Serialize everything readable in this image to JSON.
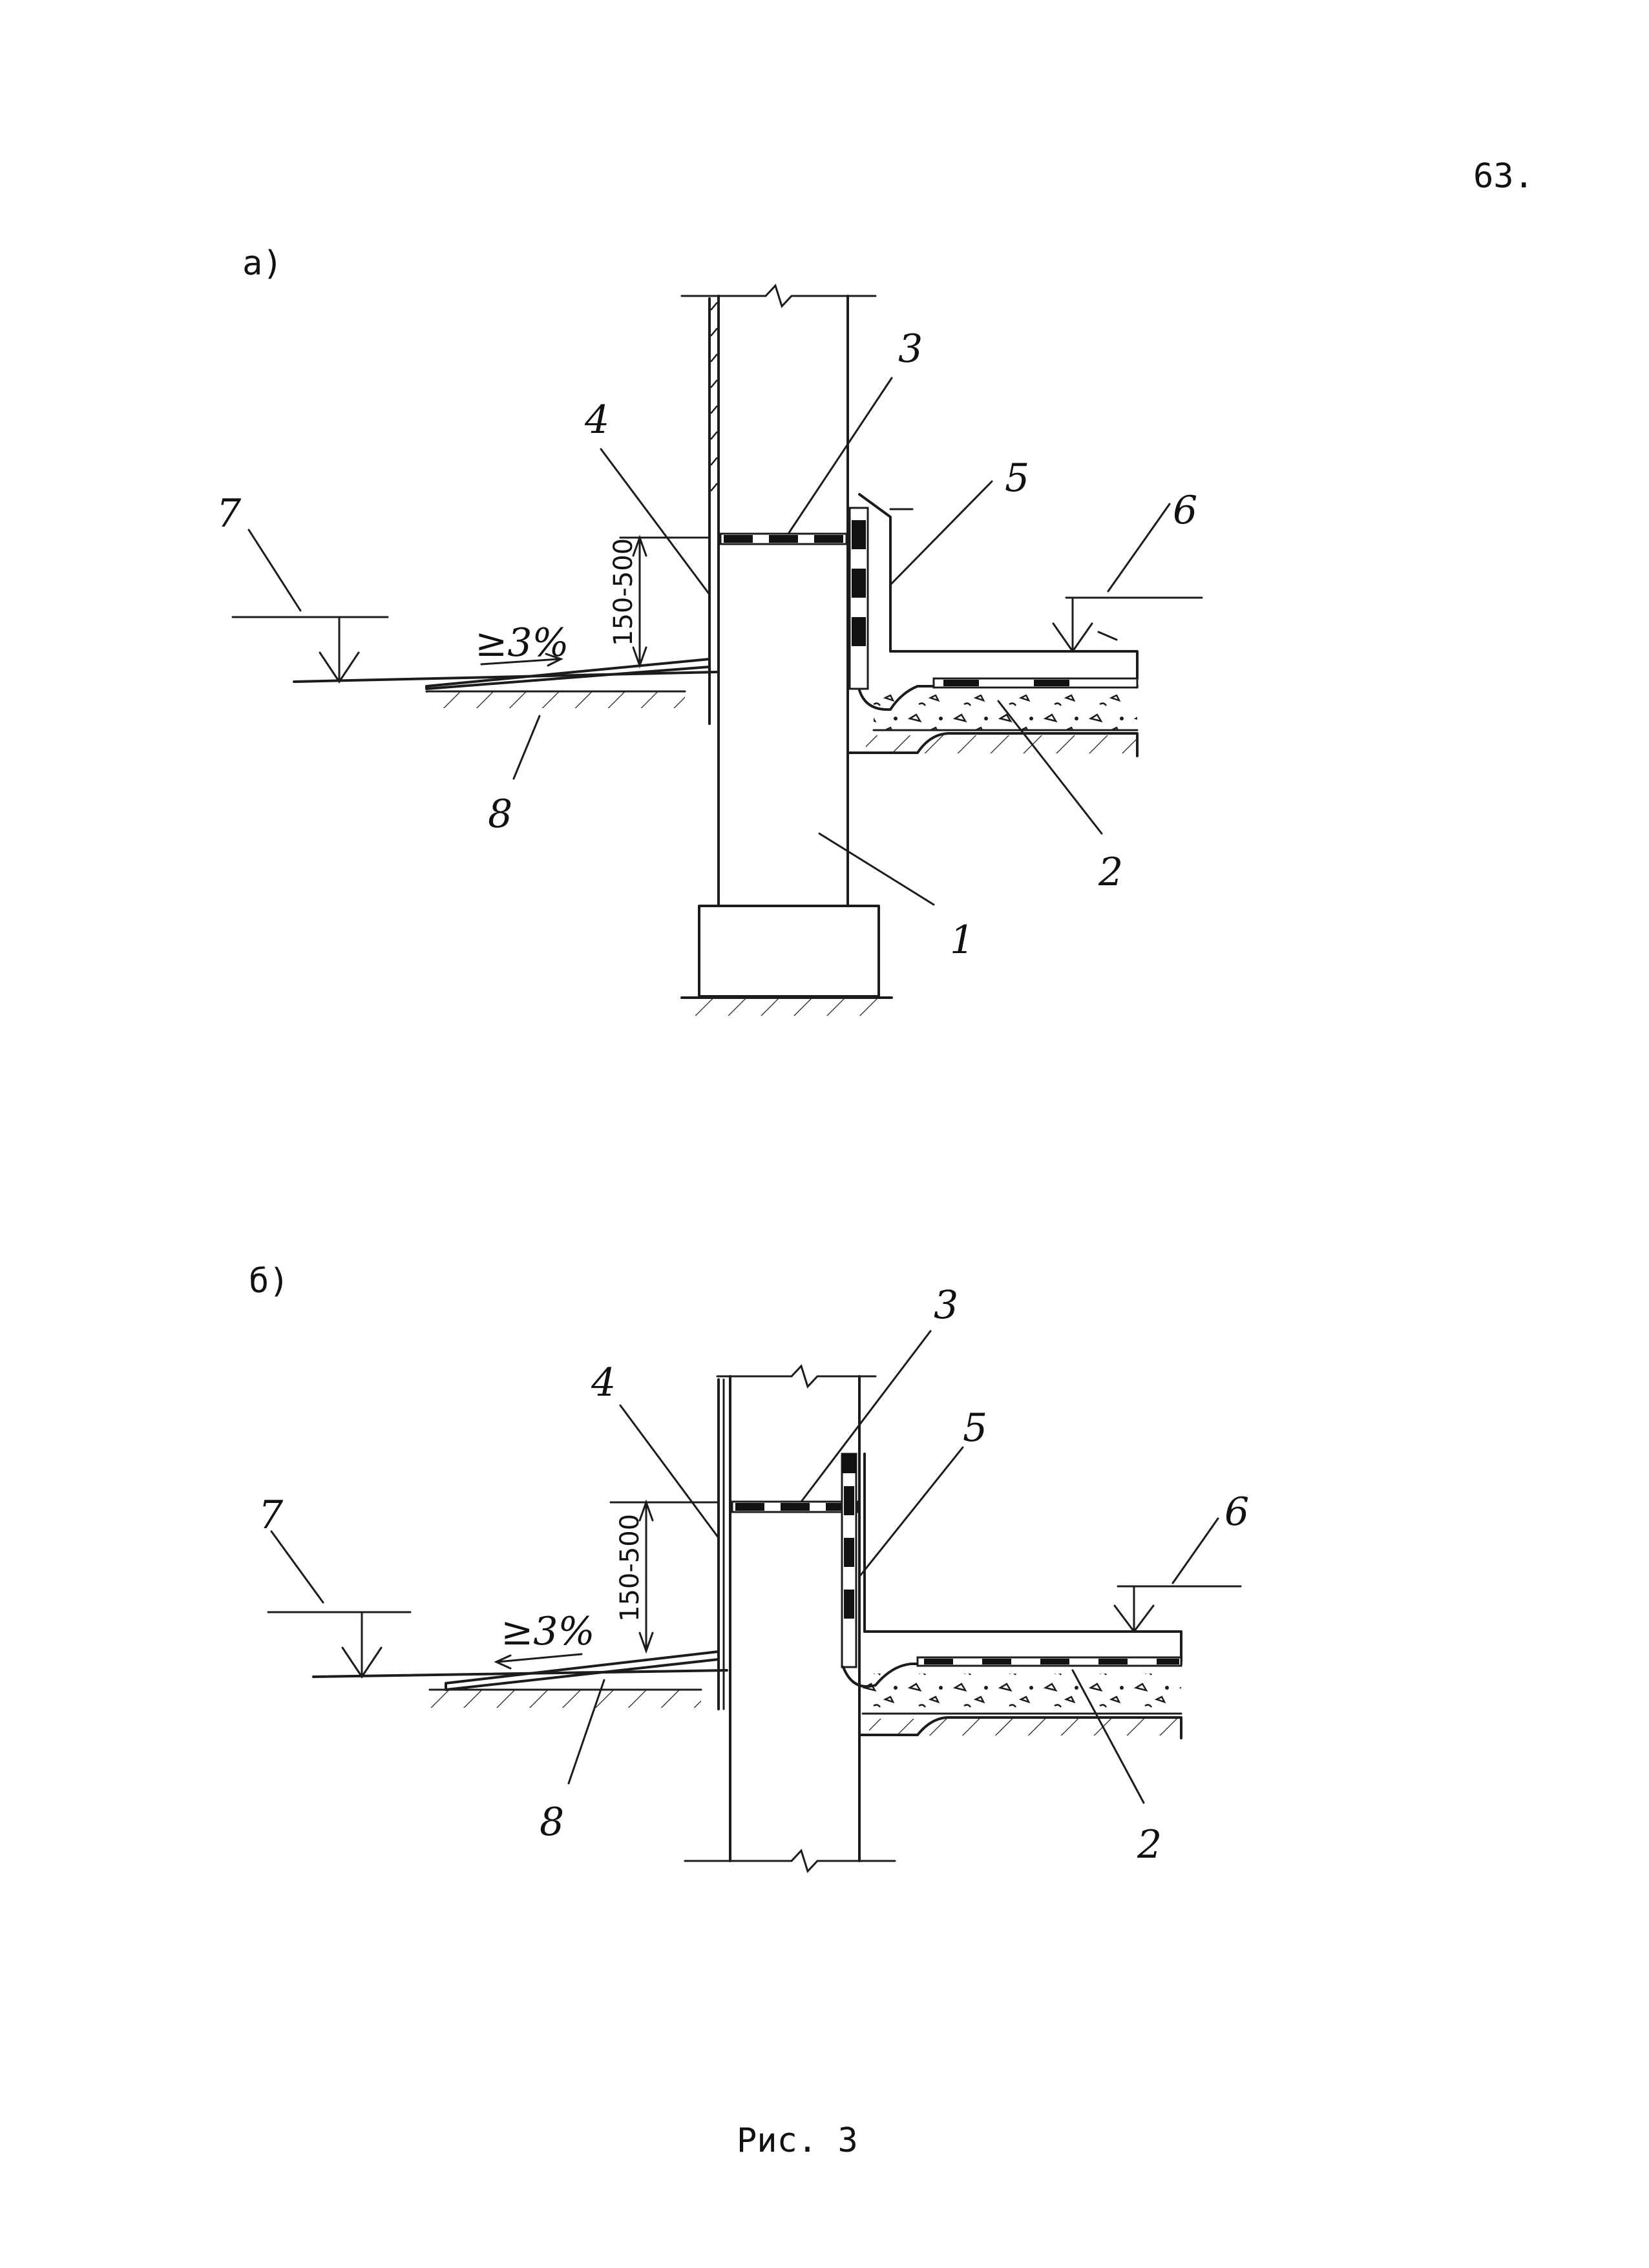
{
  "page_number": "63.",
  "caption": "Рис. 3",
  "figure_a": {
    "panel_label": "а)",
    "callouts": [
      "1",
      "2",
      "3",
      "4",
      "5",
      "6",
      "7",
      "8"
    ],
    "dimension": "150-500",
    "slope": "≥3%"
  },
  "figure_b": {
    "panel_label": "б)",
    "callouts": [
      "2",
      "3",
      "4",
      "5",
      "6",
      "7",
      "8"
    ],
    "dimension": "150-500",
    "slope": "≥3%"
  }
}
